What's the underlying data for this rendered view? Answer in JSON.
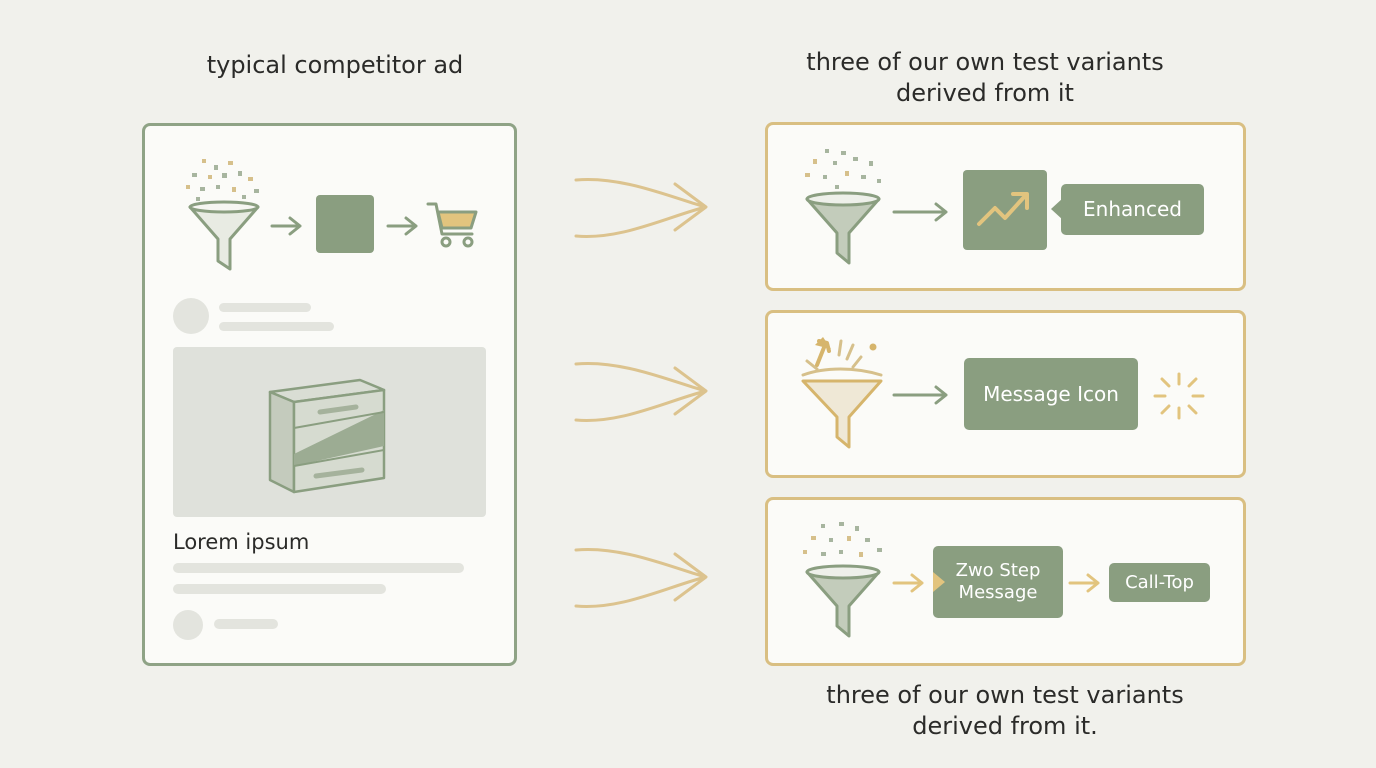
{
  "left_heading": "typical competitor ad",
  "right_heading": [
    "three of our own test variants",
    "derived from it"
  ],
  "competitor_ad": {
    "product_title": "Lorem ipsum",
    "icons": [
      "funnel-icon",
      "arrow-right-icon",
      "placeholder-block",
      "arrow-right-icon",
      "shopping-cart-icon",
      "avatar-icon",
      "product-box-icon"
    ]
  },
  "variants": [
    {
      "label": "Enhanced",
      "icons": [
        "funnel-icon",
        "arrow-right-icon",
        "trend-up-chart-icon"
      ]
    },
    {
      "label": "Message Icon",
      "icons": [
        "funnel-icon",
        "arrow-right-icon",
        "sparkle-burst-icon"
      ]
    },
    {
      "labels": [
        "Zwo Step",
        "Message"
      ],
      "cta_label": "Call-Top",
      "icons": [
        "funnel-icon",
        "arrow-right-icon"
      ]
    }
  ],
  "footer_caption": [
    "three of our own test variants",
    "derived from it."
  ],
  "colors": {
    "green": "#8a9e80",
    "gold": "#d9bf82",
    "background": "#f1f1ec"
  }
}
